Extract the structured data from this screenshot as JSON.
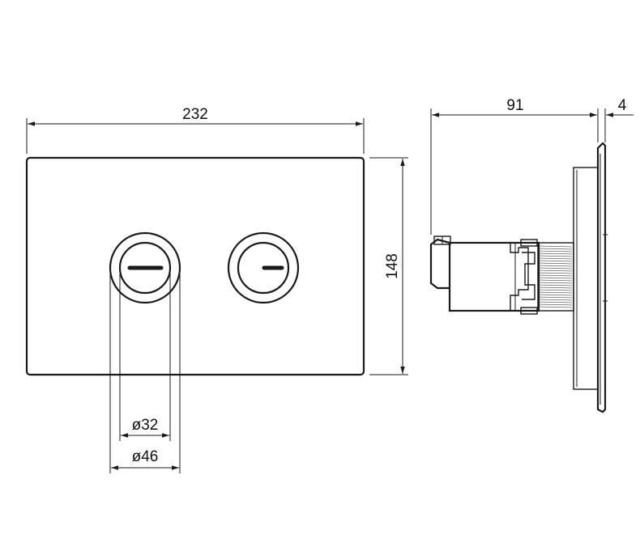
{
  "dimensions": {
    "plate_width": "232",
    "plate_height": "148",
    "mechanism_depth": "91",
    "plate_thickness": "4",
    "inner_button_diameter": "ø32",
    "outer_button_diameter": "ø46"
  },
  "colors": {
    "line": "#1a1a1a",
    "background": "#ffffff"
  }
}
